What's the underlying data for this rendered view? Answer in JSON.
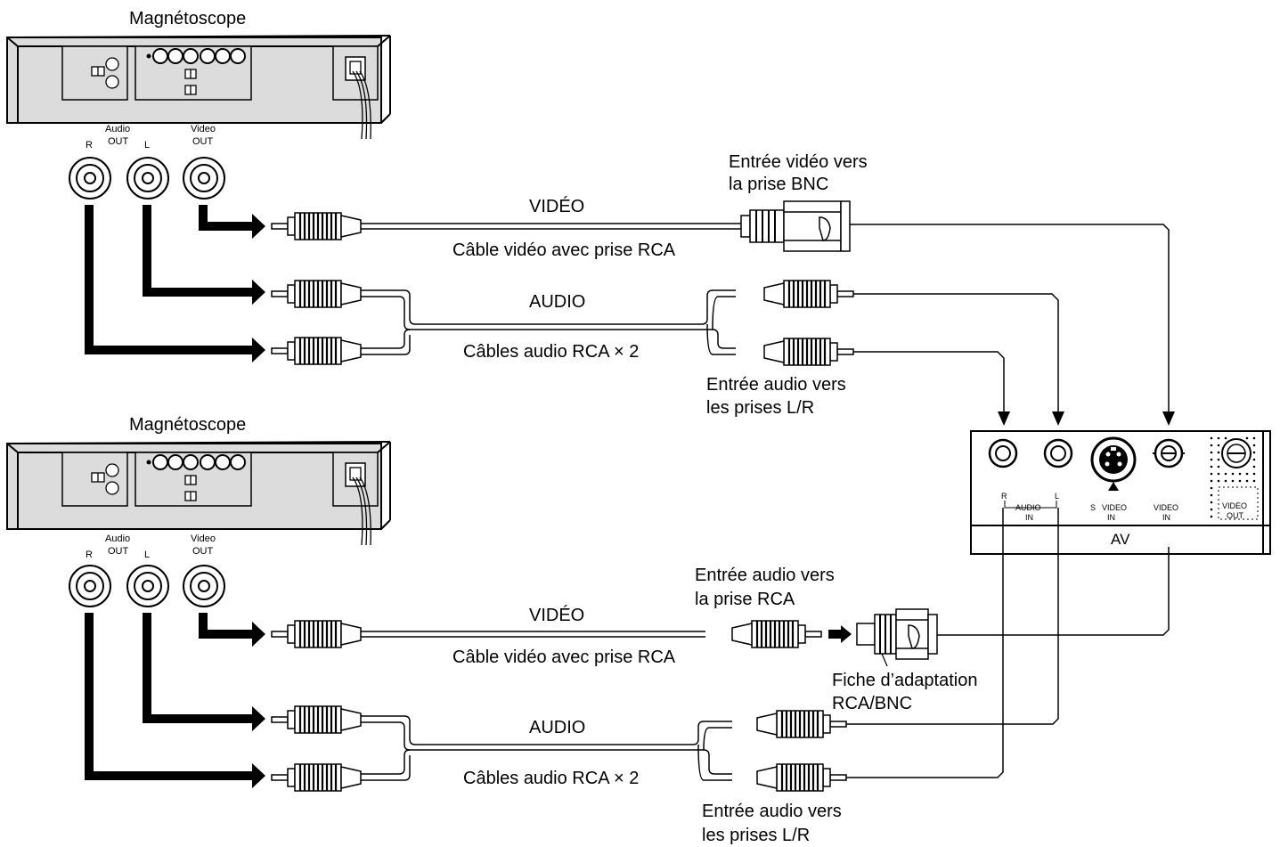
{
  "vcr_label": "Magnétoscope",
  "jack_labels": {
    "audio": "Audio",
    "out": "OUT",
    "r": "R",
    "l": "L",
    "video": "Video",
    "video_out": "OUT"
  },
  "top": {
    "video_cable_label": "VIDÉO",
    "video_cable_caption": "Câble vidéo avec prise RCA",
    "bnc_input_line1": "Entrée vidéo vers",
    "bnc_input_line2": "la prise BNC",
    "audio_cable_label": "AUDIO",
    "audio_cable_caption": "Câbles audio RCA × 2",
    "audio_input_line1": "Entrée audio vers",
    "audio_input_line2": "les prises L/R"
  },
  "bottom": {
    "video_cable_label": "VIDÉO",
    "video_cable_caption": "Câble vidéo avec prise RCA",
    "rca_input_line1": "Entrée audio vers",
    "rca_input_line2": "la prise RCA",
    "adapter_line1": "Fiche d’adaptation",
    "adapter_line2": "RCA/BNC",
    "audio_cable_label": "AUDIO",
    "audio_cable_caption": "Câbles audio RCA × 2",
    "audio_input_line1": "Entrée audio vers",
    "audio_input_line2": "les prises L/R"
  },
  "panel": {
    "r": "R",
    "l": "L",
    "audio": "AUDIO",
    "audio_in": "IN",
    "s": "S",
    "s_video": "VIDEO",
    "s_video_in": "IN",
    "video": "VIDEO",
    "video_in": "IN",
    "video_out": "VIDEO",
    "video_out_sub": "OUT",
    "name": "AV"
  }
}
